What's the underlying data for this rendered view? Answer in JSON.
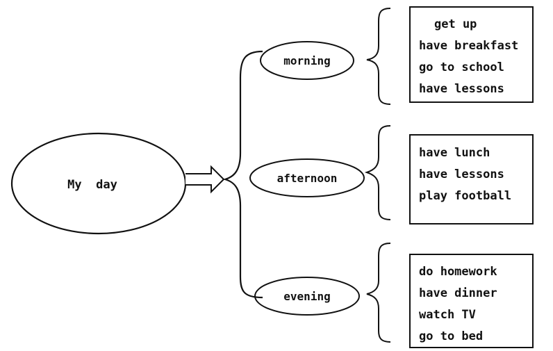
{
  "center": {
    "label": "My  day"
  },
  "periods": [
    {
      "label": "morning",
      "activities": [
        "get up",
        "have breakfast",
        "go to school",
        "have lessons"
      ]
    },
    {
      "label": "afternoon",
      "activities": [
        "have lunch",
        "have lessons",
        "play football"
      ]
    },
    {
      "label": "evening",
      "activities": [
        "do homework",
        "have dinner",
        "watch TV",
        "go to bed"
      ]
    }
  ],
  "colors": {
    "stroke": "#111111",
    "background": "#ffffff"
  }
}
